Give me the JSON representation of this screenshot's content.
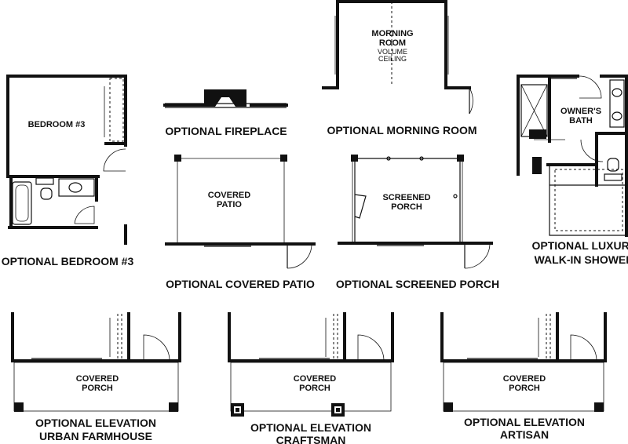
{
  "captions": {
    "fireplace": "OPTIONAL FIREPLACE",
    "morning_room": "OPTIONAL MORNING ROOM",
    "bedroom3": "OPTIONAL BEDROOM #3",
    "covered_patio": "OPTIONAL COVERED PATIO",
    "screened_porch": "OPTIONAL SCREENED PORCH",
    "luxury_shower_line1": "OPTIONAL LUXURY",
    "luxury_shower_line2": "WALK-IN SHOWER",
    "elev_farmhouse_line1": "OPTIONAL ELEVATION",
    "elev_farmhouse_line2": "URBAN FARMHOUSE",
    "elev_craftsman_line1": "OPTIONAL ELEVATION",
    "elev_craftsman_line2": "CRAFTSMAN",
    "elev_artisan_line1": "OPTIONAL ELEVATION",
    "elev_artisan_line2": "ARTISAN"
  },
  "rooms": {
    "morning_room_line1": "MORNING",
    "morning_room_line2": "ROOM",
    "morning_room_note1": "VOLUME",
    "morning_room_note2": "CEILING",
    "bedroom3": "BEDROOM #3",
    "covered_patio_line1": "COVERED",
    "covered_patio_line2": "PATIO",
    "screened_porch_line1": "SCREENED",
    "screened_porch_line2": "PORCH",
    "owners_bath_line1": "OWNER'S",
    "owners_bath_line2": "BATH",
    "porch_farmhouse_line1": "COVERED",
    "porch_farmhouse_line2": "PORCH",
    "porch_craftsman_line1": "COVERED",
    "porch_craftsman_line2": "PORCH",
    "porch_artisan_line1": "COVERED",
    "porch_artisan_line2": "PORCH"
  }
}
